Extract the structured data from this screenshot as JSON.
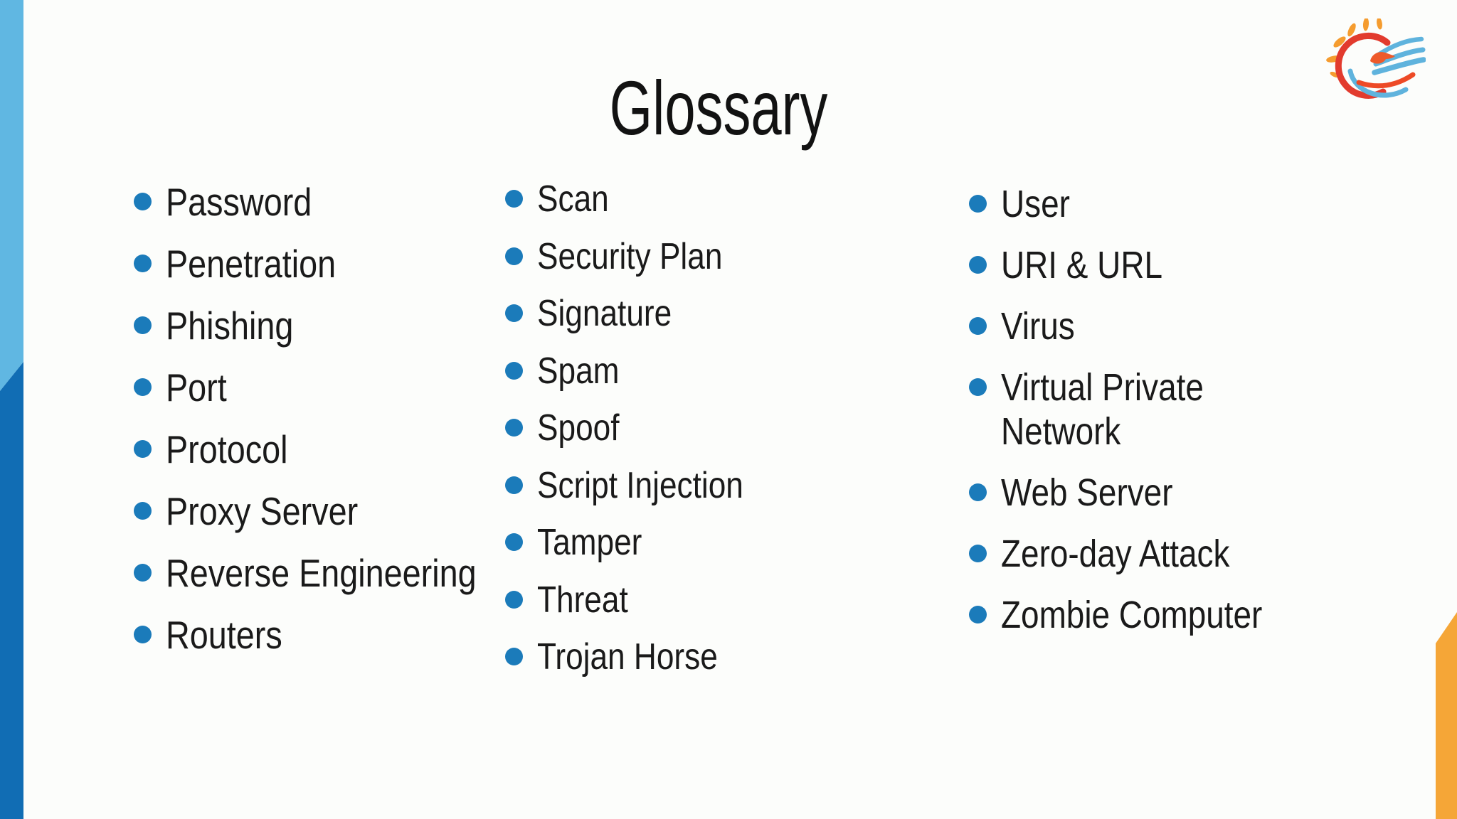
{
  "slide": {
    "title": "Glossary",
    "columns": [
      {
        "name": "column-1",
        "items": [
          "Password",
          "Penetration",
          "Phishing",
          "Port",
          "Protocol",
          "Proxy Server",
          "Reverse Engineering",
          "Routers"
        ]
      },
      {
        "name": "column-2",
        "items": [
          "Scan",
          "Security Plan",
          "Signature",
          "Spam",
          "Spoof",
          "Script Injection",
          "Tamper",
          "Threat",
          "Trojan Horse"
        ]
      },
      {
        "name": "column-3",
        "items": [
          "User",
          "URI & URL",
          "Virus",
          "Virtual Private Network",
          "Web Server",
          "Zero-day Attack",
          "Zombie Computer"
        ]
      }
    ],
    "logo_icon": "phoenix-sun-logo"
  },
  "theme": {
    "bg-color": "#fcfdfb",
    "text-color": "#1a1a1a",
    "bullet-color": "#1b7bba",
    "accent-light-blue": "#60b7e2",
    "accent-dark-blue": "#116db4",
    "accent-orange": "#f5a637",
    "logo-red": "#e23b2e",
    "logo-orange": "#f59c2f",
    "logo-blue": "#5fb3dd",
    "logo-swoosh": "#ed4a26",
    "logo-flame": "#ee5a2b"
  }
}
